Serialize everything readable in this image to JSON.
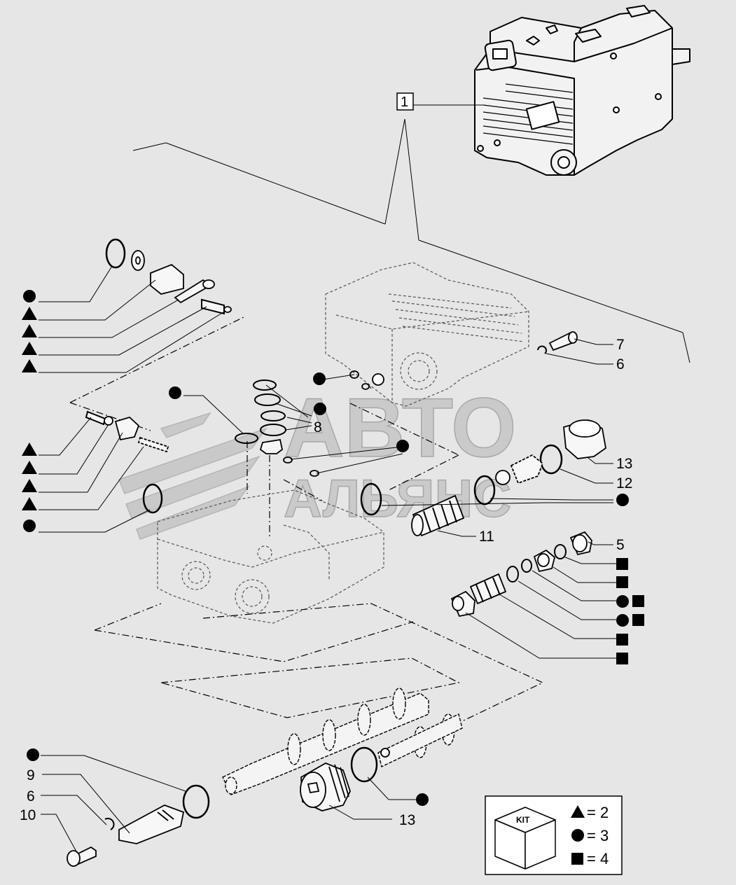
{
  "reference_box": "1",
  "watermark": {
    "line1": "АВТО",
    "line2": "АЛЬЯНС"
  },
  "callouts": [
    {
      "id": "c7",
      "text": "7"
    },
    {
      "id": "c6a",
      "text": "6"
    },
    {
      "id": "c8",
      "text": "8"
    },
    {
      "id": "c13a",
      "text": "13"
    },
    {
      "id": "c12",
      "text": "12"
    },
    {
      "id": "c11",
      "text": "11"
    },
    {
      "id": "c5",
      "text": "5"
    },
    {
      "id": "c9",
      "text": "9"
    },
    {
      "id": "c6b",
      "text": "6"
    },
    {
      "id": "c10",
      "text": "10"
    },
    {
      "id": "c13b",
      "text": "13"
    }
  ],
  "kit_legend": {
    "label": "KIT",
    "rows": [
      {
        "symbol": "triangle",
        "text": "= 2"
      },
      {
        "symbol": "circle",
        "text": "= 3"
      },
      {
        "symbol": "square",
        "text": "= 4"
      }
    ]
  },
  "colors": {
    "background": "#e6e6e6",
    "ink": "#000000",
    "watermark": "#c4c4c4"
  }
}
